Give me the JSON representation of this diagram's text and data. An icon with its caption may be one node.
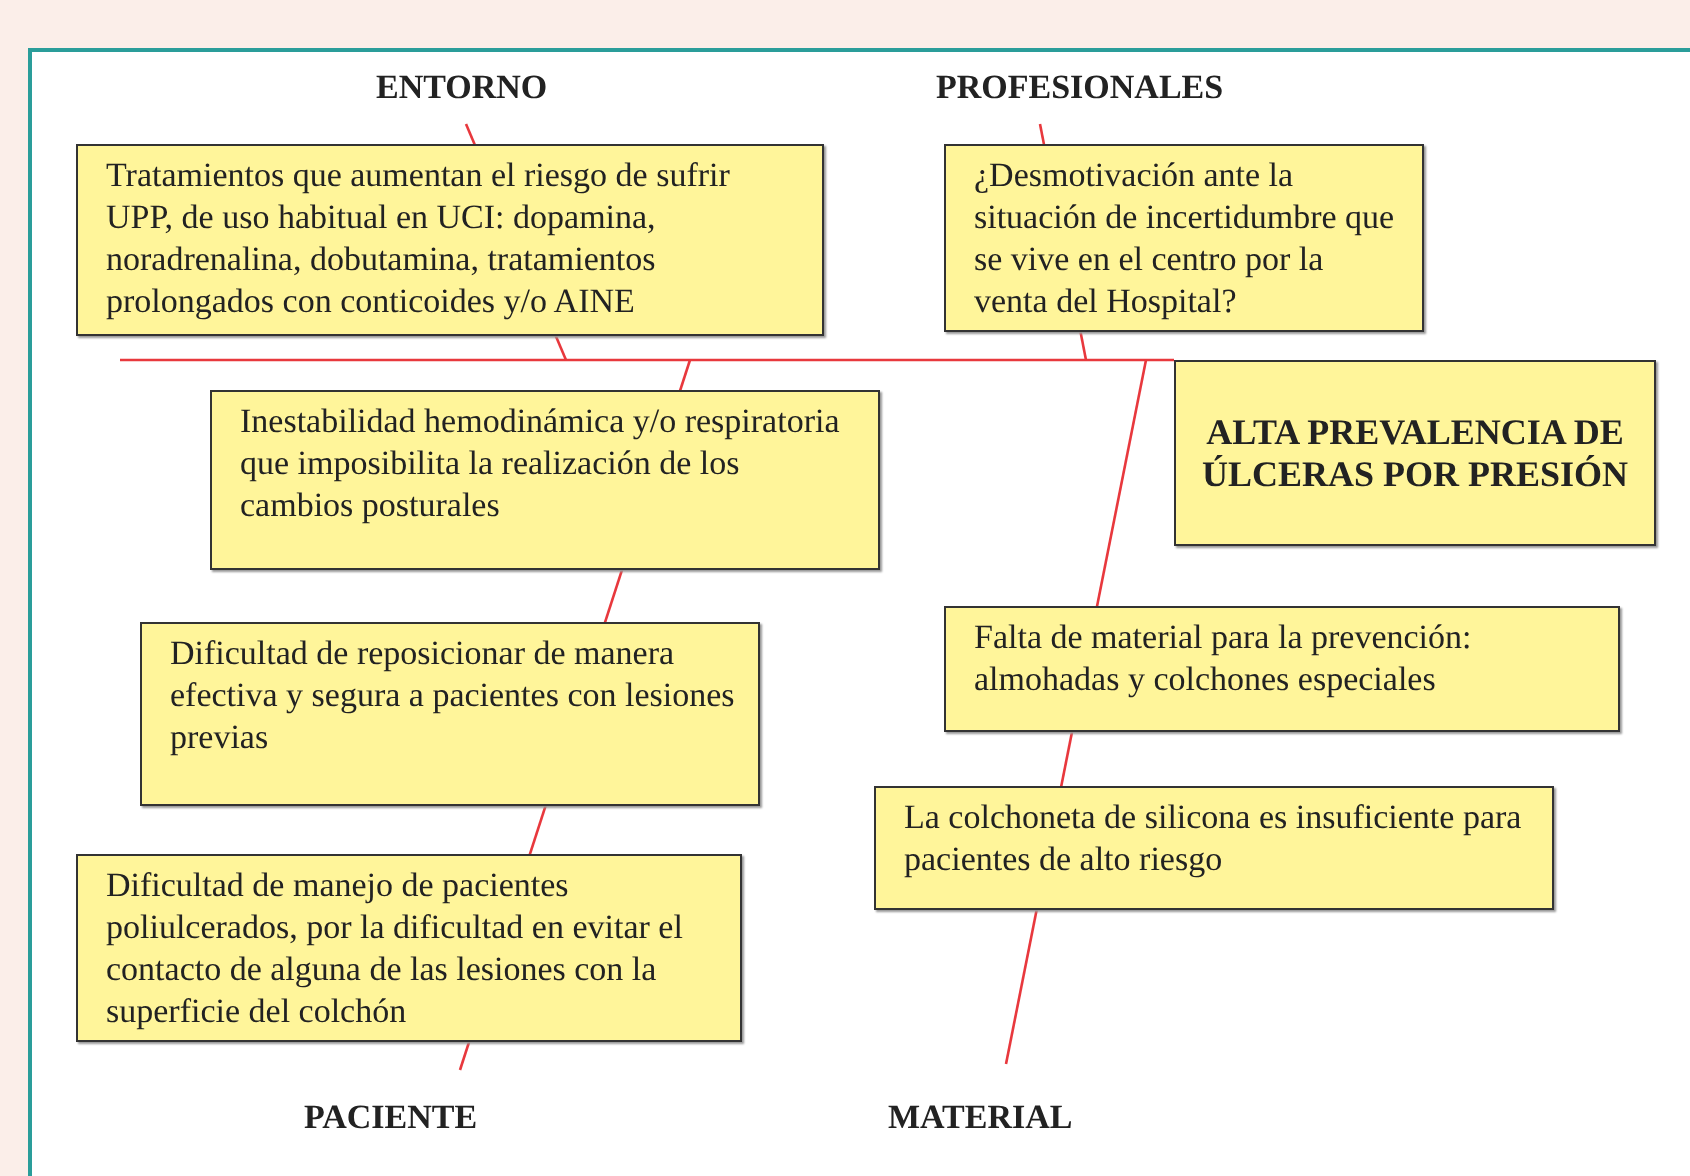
{
  "diagram": {
    "nodes": [
      {
        "text": [
          "Tratamientos que aumentan el riesgo de sufrir UPP, de uso habitual en UCI: dopamina, noradrenalina, dobutamina, tratamientos prolongados con conticoides y/o AINE"
        ]
      },
      {
        "text": [
          "¿Desmotivación ante la situación de incertidumbre que se vive en el centro por la venta del Hospital?"
        ]
      },
      {
        "text": [
          "ALTA PREVALENCIA DE ÚLCERAS POR PRESIÓN"
        ]
      },
      {
        "text": [
          "Inestabilidad hemodinámica y/o respiratoria que imposibilita la realización de los cambios posturales"
        ]
      },
      {
        "text": [
          "Dificultad de reposicionar de manera efectiva y segura a pacientes con lesiones previas"
        ]
      },
      {
        "text": [
          "Falta de material para la prevención: almohadas y colchones especiales"
        ]
      },
      {
        "text": [
          "La colchoneta de silicona es insuficiente para pacientes de alto riesgo"
        ]
      },
      {
        "text": [
          "Dificultad de manejo de pacientes poliulcerados, por la dificultad en evitar el contacto de alguna de las lesiones con la superficie del colchón"
        ]
      }
    ],
    "labels": [
      "ENTORNO",
      "PROFESIONALES",
      "PACIENTE",
      "MATERIAL"
    ]
  }
}
